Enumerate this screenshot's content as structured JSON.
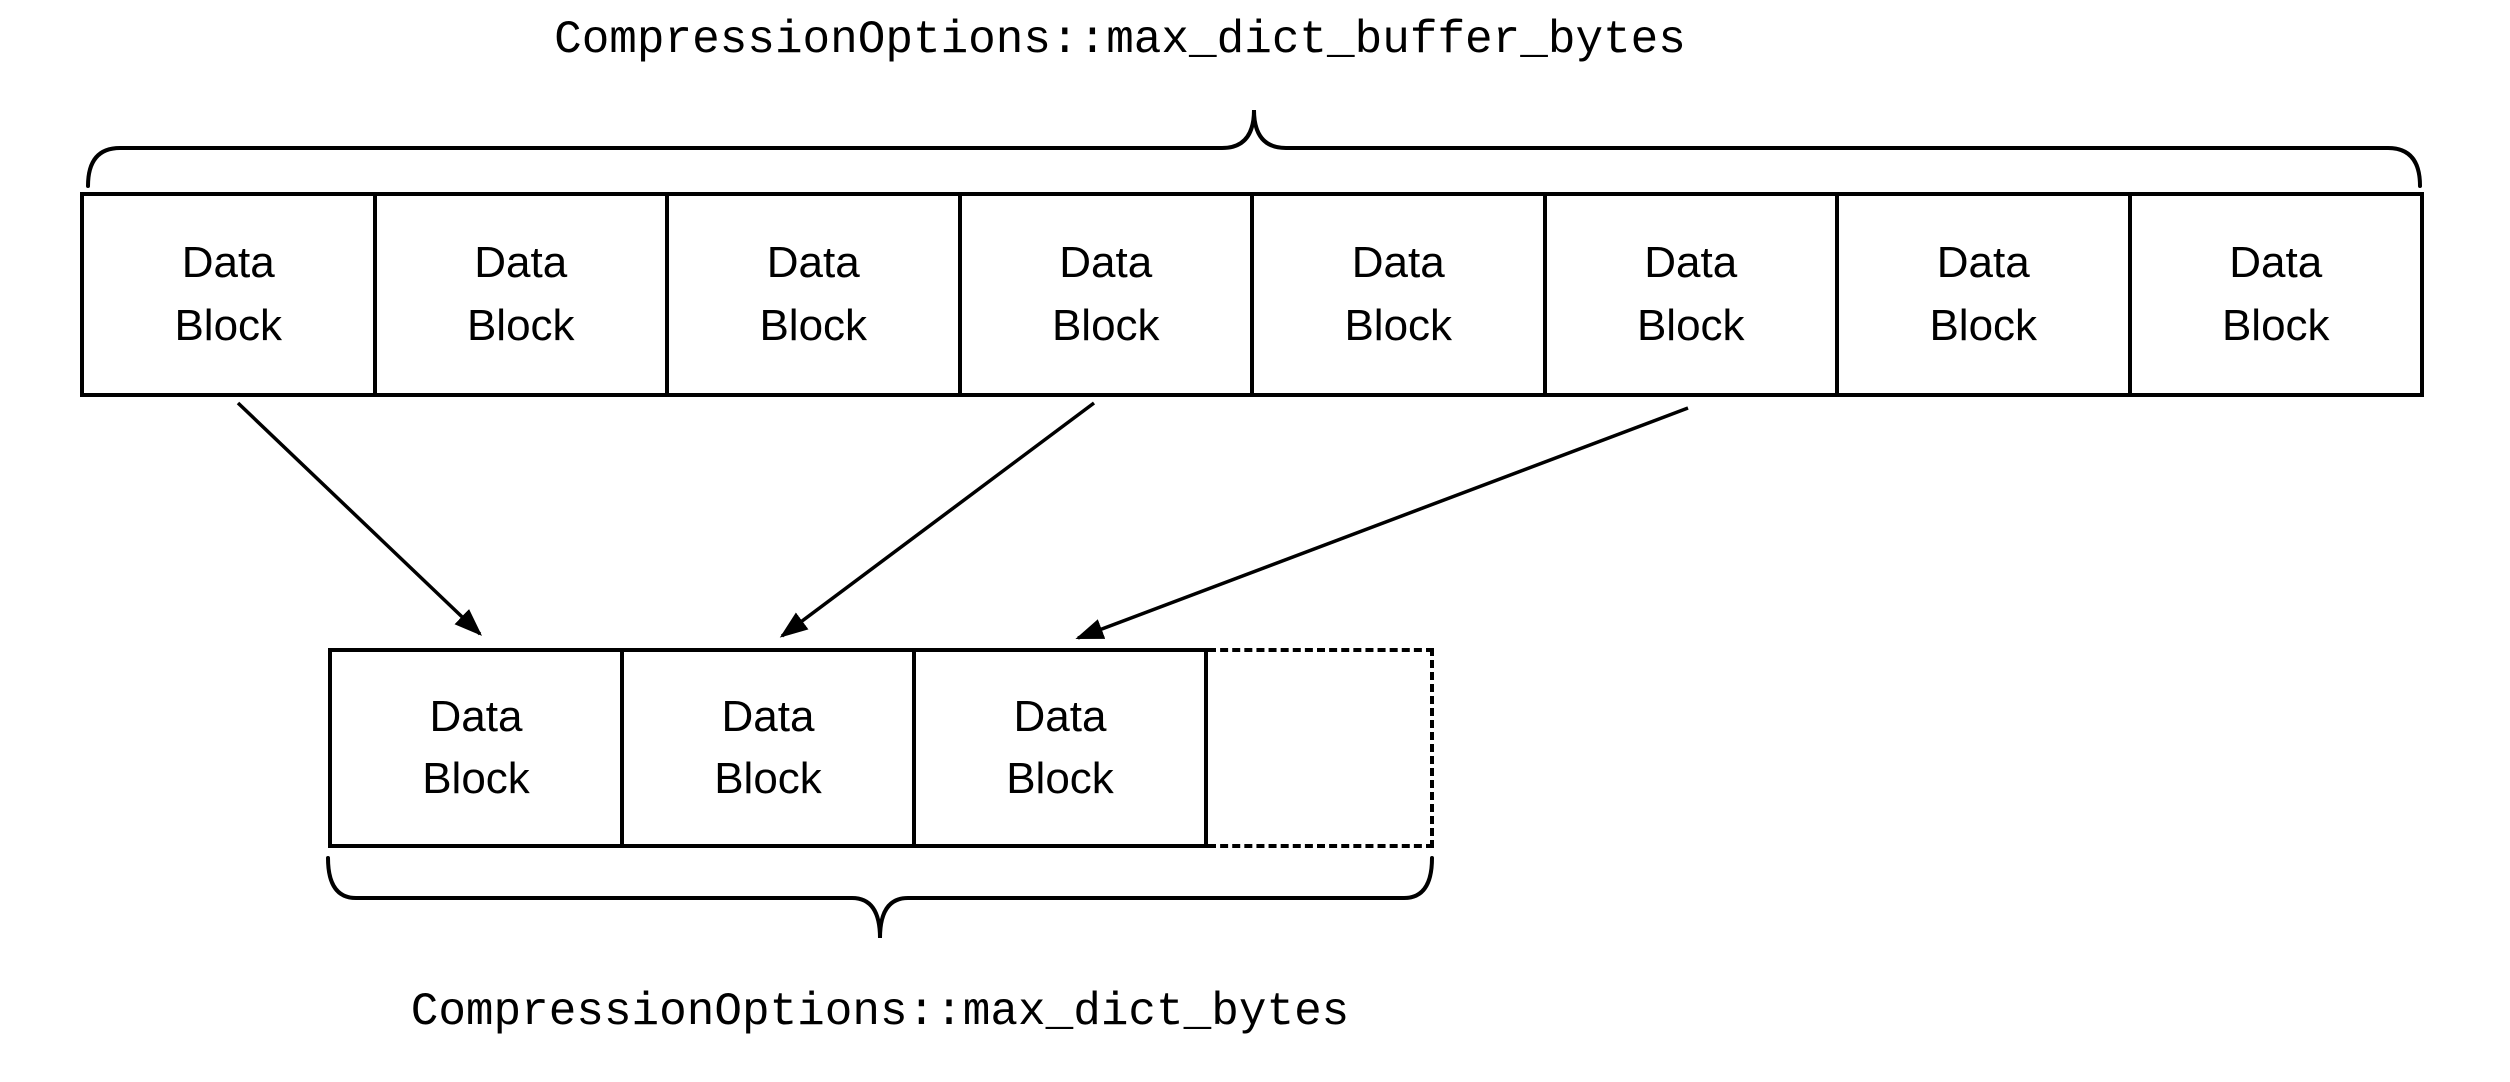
{
  "labels": {
    "top": "CompressionOptions::max_dict_buffer_bytes",
    "bottom": "CompressionOptions::max_dict_bytes"
  },
  "top_row": {
    "blocks": [
      {
        "label": "Data\nBlock"
      },
      {
        "label": "Data\nBlock"
      },
      {
        "label": "Data\nBlock"
      },
      {
        "label": "Data\nBlock"
      },
      {
        "label": "Data\nBlock"
      },
      {
        "label": "Data\nBlock"
      },
      {
        "label": "Data\nBlock"
      },
      {
        "label": "Data\nBlock"
      }
    ]
  },
  "bottom_row": {
    "blocks": [
      {
        "label": "Data\nBlock"
      },
      {
        "label": "Data\nBlock"
      },
      {
        "label": "Data\nBlock"
      }
    ],
    "reserved_block": {
      "label": ""
    }
  },
  "connections": [
    {
      "from_top_block": 1,
      "to_bottom_block": 1
    },
    {
      "from_top_block": 4,
      "to_bottom_block": 2
    },
    {
      "from_top_block": 6,
      "to_bottom_block": 3
    }
  ],
  "colors": {
    "stroke": "#000000",
    "background": "#ffffff"
  }
}
